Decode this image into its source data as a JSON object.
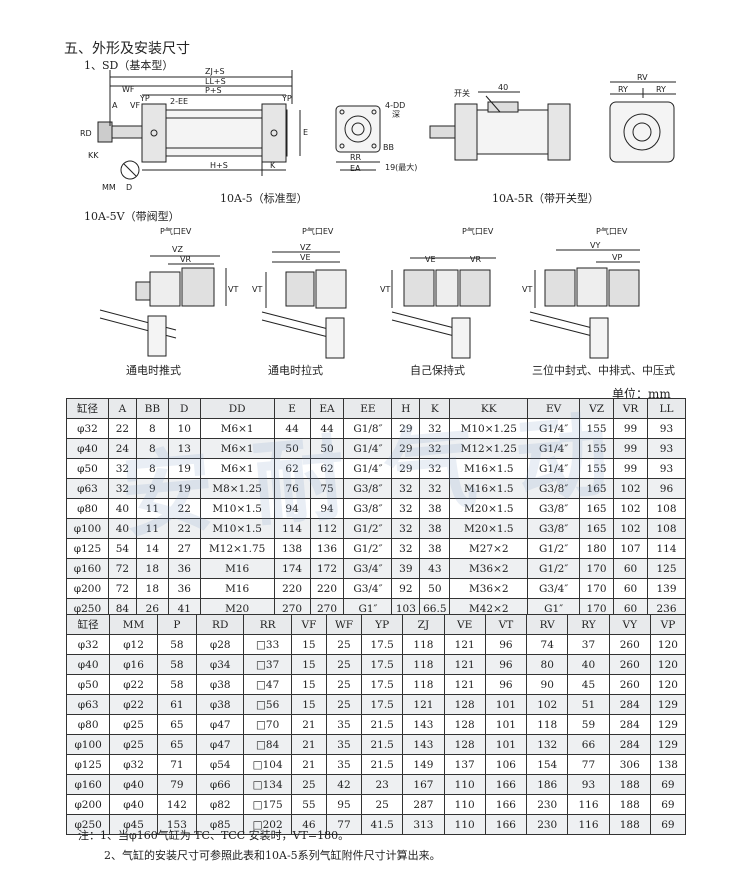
{
  "section_title": "五、外形及安装尺寸",
  "subsection_title": "1、SD（基本型）",
  "captions": {
    "standard": "10A-5（标准型）",
    "switch": "10A-5R（带开关型）",
    "valve": "10A-5V（带阀型）",
    "push": "通电时推式",
    "pull": "通电时拉式",
    "self_hold": "自己保持式",
    "three_pos": "三位中封式、中排式、中压式"
  },
  "drawing_labels": {
    "zj_s": "ZJ+S",
    "ll_s": "LL+S",
    "p_s": "P+S",
    "ee2": "2-EE",
    "yp": "YP",
    "wf": "WF",
    "vf": "VF",
    "a": "A",
    "rd": "RD",
    "kk": "KK",
    "mm": "MM",
    "d": "D",
    "h_s": "H+S",
    "k": "K",
    "e": "E",
    "dd4": "4-DD",
    "dd_sub": "深",
    "rr": "RR",
    "ea": "EA",
    "bb": "BB",
    "max19": "19(最大)",
    "kaiguan": "开关",
    "n40": "40",
    "rv": "RV",
    "ry": "RY",
    "p_ev": "P气口EV",
    "vz": "VZ",
    "vr": "VR",
    "ve": "VE",
    "vt": "VT",
    "vy": "VY",
    "vp": "VP"
  },
  "unit_label": "单位：mm",
  "watermark": "安耐气动",
  "table1": {
    "headers": [
      "缸径",
      "A",
      "BB",
      "D",
      "DD",
      "E",
      "EA",
      "EE",
      "H",
      "K",
      "KK",
      "EV",
      "VZ",
      "VR",
      "LL"
    ],
    "rows": [
      [
        "φ32",
        "22",
        "8",
        "10",
        "M6×1",
        "44",
        "44",
        "G1/8″",
        "29",
        "32",
        "M10×1.25",
        "G1/4″",
        "155",
        "99",
        "93"
      ],
      [
        "φ40",
        "24",
        "8",
        "13",
        "M6×1",
        "50",
        "50",
        "G1/4″",
        "29",
        "32",
        "M12×1.25",
        "G1/4″",
        "155",
        "99",
        "93"
      ],
      [
        "φ50",
        "32",
        "8",
        "19",
        "M6×1",
        "62",
        "62",
        "G1/4″",
        "29",
        "32",
        "M16×1.5",
        "G1/4″",
        "155",
        "99",
        "93"
      ],
      [
        "φ63",
        "32",
        "9",
        "19",
        "M8×1.25",
        "76",
        "75",
        "G3/8″",
        "32",
        "32",
        "M16×1.5",
        "G3/8″",
        "165",
        "102",
        "96"
      ],
      [
        "φ80",
        "40",
        "11",
        "22",
        "M10×1.5",
        "94",
        "94",
        "G3/8″",
        "32",
        "38",
        "M20×1.5",
        "G3/8″",
        "165",
        "102",
        "108"
      ],
      [
        "φ100",
        "40",
        "11",
        "22",
        "M10×1.5",
        "114",
        "112",
        "G1/2″",
        "32",
        "38",
        "M20×1.5",
        "G3/8″",
        "165",
        "102",
        "108"
      ],
      [
        "φ125",
        "54",
        "14",
        "27",
        "M12×1.75",
        "138",
        "136",
        "G1/2″",
        "32",
        "38",
        "M27×2",
        "G1/2″",
        "180",
        "107",
        "114"
      ],
      [
        "φ160",
        "72",
        "18",
        "36",
        "M16",
        "174",
        "172",
        "G3/4″",
        "39",
        "43",
        "M36×2",
        "G1/2″",
        "170",
        "60",
        "125"
      ],
      [
        "φ200",
        "72",
        "18",
        "36",
        "M16",
        "220",
        "220",
        "G3/4″",
        "92",
        "50",
        "M36×2",
        "G3/4″",
        "170",
        "60",
        "139"
      ],
      [
        "φ250",
        "84",
        "26",
        "41",
        "M20",
        "270",
        "270",
        "G1″",
        "103",
        "66.5",
        "M42×2",
        "G1″",
        "170",
        "60",
        "236"
      ]
    ]
  },
  "table2": {
    "headers": [
      "缸径",
      "MM",
      "P",
      "RD",
      "RR",
      "VF",
      "WF",
      "YP",
      "ZJ",
      "VE",
      "VT",
      "RV",
      "RY",
      "VY",
      "VP"
    ],
    "rows": [
      [
        "φ32",
        "φ12",
        "58",
        "φ28",
        "□33",
        "15",
        "25",
        "17.5",
        "118",
        "121",
        "96",
        "74",
        "37",
        "260",
        "120"
      ],
      [
        "φ40",
        "φ16",
        "58",
        "φ34",
        "□37",
        "15",
        "25",
        "17.5",
        "118",
        "121",
        "96",
        "80",
        "40",
        "260",
        "120"
      ],
      [
        "φ50",
        "φ22",
        "58",
        "φ38",
        "□47",
        "15",
        "25",
        "17.5",
        "118",
        "121",
        "96",
        "90",
        "45",
        "260",
        "120"
      ],
      [
        "φ63",
        "φ22",
        "61",
        "φ38",
        "□56",
        "15",
        "25",
        "17.5",
        "121",
        "128",
        "101",
        "102",
        "51",
        "284",
        "129"
      ],
      [
        "φ80",
        "φ25",
        "65",
        "φ47",
        "□70",
        "21",
        "35",
        "21.5",
        "143",
        "128",
        "101",
        "118",
        "59",
        "284",
        "129"
      ],
      [
        "φ100",
        "φ25",
        "65",
        "φ47",
        "□84",
        "21",
        "35",
        "21.5",
        "143",
        "128",
        "101",
        "132",
        "66",
        "284",
        "129"
      ],
      [
        "φ125",
        "φ32",
        "71",
        "φ54",
        "□104",
        "21",
        "35",
        "21.5",
        "149",
        "137",
        "106",
        "154",
        "77",
        "306",
        "138"
      ],
      [
        "φ160",
        "φ40",
        "79",
        "φ66",
        "□134",
        "25",
        "42",
        "23",
        "167",
        "110",
        "166",
        "186",
        "93",
        "188",
        "69"
      ],
      [
        "φ200",
        "φ40",
        "142",
        "φ82",
        "□175",
        "55",
        "95",
        "25",
        "287",
        "110",
        "166",
        "230",
        "116",
        "188",
        "69"
      ],
      [
        "φ250",
        "φ45",
        "153",
        "φ85",
        "□202",
        "46",
        "77",
        "41.5",
        "313",
        "110",
        "166",
        "230",
        "116",
        "188",
        "69"
      ]
    ]
  },
  "notes": [
    "注：1、当φ160气缸为 TC、TCC 安装时，VT=180。",
    "2、气缸的安装尺寸可参照此表和10A-5系列气缸附件尺寸计算出来。"
  ]
}
